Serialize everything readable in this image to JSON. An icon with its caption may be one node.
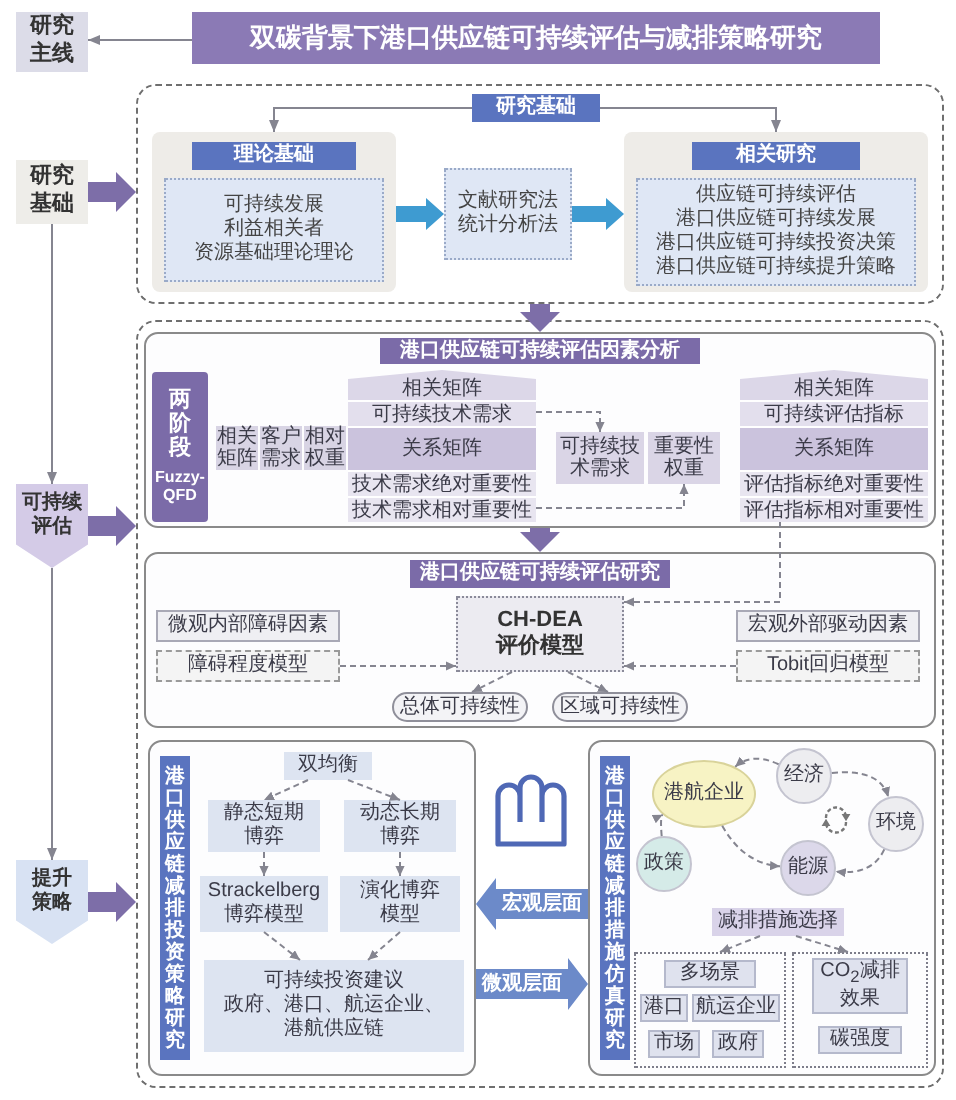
{
  "diagram": {
    "nodes": [
      {
        "text": [
          "双碳背景下港口供应链可持续评估与减排策略研究"
        ]
      },
      {
        "text": [
          "研究主线"
        ]
      },
      {
        "text": [
          "研究基础"
        ]
      },
      {
        "text": [
          "可持续评估"
        ]
      },
      {
        "text": [
          "提升策略"
        ]
      },
      {
        "text": [],
        "shape": "box"
      },
      {
        "text": [
          "研究基础"
        ],
        "in": 5
      },
      {
        "text": [],
        "shape": "box",
        "in": 5
      },
      {
        "text": [
          "理论基础"
        ],
        "in": 7
      },
      {
        "text": [
          "可持续发展",
          "利益相关者",
          "资源基础理论理论"
        ],
        "in": 7
      },
      {
        "text": [
          "文献研究法",
          "统计分析法"
        ],
        "in": 5
      },
      {
        "text": [],
        "shape": "box",
        "in": 5
      },
      {
        "text": [
          "相关研究"
        ],
        "in": 11
      },
      {
        "text": [
          "供应链可持续评估",
          "港口供应链可持续发展",
          "港口供应链可持续投资决策",
          "港口供应链可持续提升策略"
        ],
        "in": 11
      },
      {
        "text": [],
        "shape": "box"
      },
      {
        "text": [],
        "shape": "box",
        "in": 14
      },
      {
        "text": [
          "港口供应链可持续评估因素分析"
        ],
        "in": 15
      },
      {
        "text": [
          "两阶段",
          "Fuzzy-QFD"
        ],
        "in": 15
      },
      {
        "text": [
          "相关矩阵"
        ],
        "in": 15
      },
      {
        "text": [
          "客户需求"
        ],
        "in": 15
      },
      {
        "text": [
          "相对权重"
        ],
        "in": 15
      },
      {
        "text": [
          "相关矩阵"
        ],
        "in": 15
      },
      {
        "text": [
          "可持续技术需求"
        ],
        "in": 15
      },
      {
        "text": [
          "关系矩阵"
        ],
        "in": 15
      },
      {
        "text": [
          "技术需求绝对重要性"
        ],
        "in": 15
      },
      {
        "text": [
          "技术需求相对重要性"
        ],
        "in": 15
      },
      {
        "text": [
          "可持续技术需求"
        ],
        "in": 15
      },
      {
        "text": [
          "重要性权重"
        ],
        "in": 15
      },
      {
        "text": [
          "相关矩阵"
        ],
        "in": 15
      },
      {
        "text": [
          "可持续评估指标"
        ],
        "in": 15
      },
      {
        "text": [
          "关系矩阵"
        ],
        "in": 15
      },
      {
        "text": [
          "评估指标绝对重要性"
        ],
        "in": 15
      },
      {
        "text": [
          "评估指标相对重要性"
        ],
        "in": 15
      },
      {
        "text": [],
        "shape": "box",
        "in": 14
      },
      {
        "text": [
          "港口供应链可持续评估研究"
        ],
        "in": 33
      },
      {
        "text": [
          "微观内部障碍因素"
        ],
        "in": 33
      },
      {
        "text": [
          "CH-DEA 评价模型"
        ],
        "in": 33
      },
      {
        "text": [
          "宏观外部驱动因素"
        ],
        "in": 33
      },
      {
        "text": [
          "障碍程度模型"
        ],
        "in": 33
      },
      {
        "text": [
          "Tobit回归模型"
        ],
        "in": 33
      },
      {
        "text": [
          "总体可持续性"
        ],
        "in": 33
      },
      {
        "text": [
          "区域可持续性"
        ],
        "in": 33
      },
      {
        "text": [],
        "shape": "box",
        "in": 14
      },
      {
        "text": [
          "港口供应链减排投资策略研究"
        ],
        "in": 42
      },
      {
        "text": [
          "双均衡"
        ],
        "in": 42
      },
      {
        "text": [
          "静态短期博弈"
        ],
        "in": 42
      },
      {
        "text": [
          "动态长期博弈"
        ],
        "in": 42
      },
      {
        "text": [
          "Strackelberg 博弈模型"
        ],
        "in": 42
      },
      {
        "text": [
          "演化博弈模型"
        ],
        "in": 42
      },
      {
        "text": [
          "可持续投资建议",
          "政府、港口、航运企业、港航供应链"
        ],
        "in": 42
      },
      {
        "text": [],
        "shape": "box",
        "in": 14
      },
      {
        "text": [
          "港口供应链减排措施仿真研究"
        ],
        "in": 50
      },
      {
        "text": [
          "港航企业"
        ],
        "in": 50
      },
      {
        "text": [
          "经济"
        ],
        "in": 50
      },
      {
        "text": [
          "环境"
        ],
        "in": 50
      },
      {
        "text": [
          "能源"
        ],
        "in": 50
      },
      {
        "text": [
          "政策"
        ],
        "in": 50
      },
      {
        "text": [
          "减排措施选择"
        ],
        "in": 50
      },
      {
        "text": [],
        "shape": "box",
        "in": 50
      },
      {
        "text": [
          "多场景"
        ],
        "in": 58
      },
      {
        "text": [
          "港口"
        ],
        "in": 58
      },
      {
        "text": [
          "航运企业"
        ],
        "in": 58
      },
      {
        "text": [
          "市场"
        ],
        "in": 58
      },
      {
        "text": [
          "政府"
        ],
        "in": 58
      },
      {
        "text": [],
        "shape": "box",
        "in": 50
      },
      {
        "text": [
          "CO$_{2}$减排效果"
        ],
        "in": 64
      },
      {
        "text": [
          "碳强度"
        ],
        "in": 64
      }
    ],
    "edges": [
      {
        "from": 0,
        "to": 1,
        "arrow": "to"
      },
      {
        "from": 2,
        "to": 3,
        "arrow": "to"
      },
      {
        "from": 3,
        "to": 4,
        "arrow": "to"
      },
      {
        "from": 2,
        "to": 5,
        "arrow": "to",
        "style": "thick",
        "color": "#7d6ea8"
      },
      {
        "from": 3,
        "to": 14,
        "arrow": "to",
        "style": "thick",
        "color": "#7d6ea8"
      },
      {
        "from": 4,
        "to": 14,
        "arrow": "to",
        "style": "thick",
        "color": "#7d6ea8"
      },
      {
        "from": 6,
        "to": 7,
        "arrow": "to"
      },
      {
        "from": 6,
        "to": 11,
        "arrow": "to"
      },
      {
        "from": 7,
        "to": 10,
        "arrow": "to",
        "style": "thick",
        "color": "#3e9bd1"
      },
      {
        "from": 10,
        "to": 11,
        "arrow": "to",
        "style": "thick",
        "color": "#3e9bd1"
      },
      {
        "from": 5,
        "to": 15,
        "arrow": "to",
        "style": "thick",
        "color": "#7d6ea8"
      },
      {
        "from": 15,
        "to": 33,
        "arrow": "to",
        "style": "thick",
        "color": "#7d6ea8"
      },
      {
        "from": 22,
        "to": 26,
        "arrow": "to",
        "style": "dashed"
      },
      {
        "from": 25,
        "to": 27,
        "arrow": "to",
        "style": "dashed"
      },
      {
        "from": 32,
        "to": 36,
        "arrow": "to",
        "style": "dashed"
      },
      {
        "from": 38,
        "to": 36,
        "arrow": "to",
        "style": "dashed"
      },
      {
        "from": 39,
        "to": 36,
        "arrow": "to",
        "style": "dashed"
      },
      {
        "from": 36,
        "to": 40,
        "arrow": "to",
        "style": "dashed"
      },
      {
        "from": 36,
        "to": 41,
        "arrow": "to",
        "style": "dashed"
      },
      {
        "from": 50,
        "to": 42,
        "arrow": "to",
        "style": "thick",
        "color": "#6c8ac9",
        "label": "宏观层面"
      },
      {
        "from": 42,
        "to": 50,
        "arrow": "to",
        "style": "thick",
        "color": "#6c8ac9",
        "label": "微观层面"
      },
      {
        "from": 44,
        "to": 45,
        "arrow": "to",
        "style": "dashed"
      },
      {
        "from": 44,
        "to": 46,
        "arrow": "to",
        "style": "dashed"
      },
      {
        "from": 45,
        "to": 47,
        "arrow": "to",
        "style": "dashed"
      },
      {
        "from": 46,
        "to": 48,
        "arrow": "to",
        "style": "dashed"
      },
      {
        "from": 47,
        "to": 49,
        "arrow": "to",
        "style": "dashed"
      },
      {
        "from": 48,
        "to": 49,
        "arrow": "to",
        "style": "dashed"
      },
      {
        "from": 53,
        "to": 52,
        "arrow": "to",
        "style": "dashed"
      },
      {
        "from": 53,
        "to": 54,
        "arrow": "to",
        "style": "dashed"
      },
      {
        "from": 54,
        "to": 55,
        "arrow": "to",
        "style": "dashed"
      },
      {
        "from": 52,
        "to": 55,
        "arrow": "to",
        "style": "dashed"
      },
      {
        "from": 56,
        "to": 52,
        "arrow": "to",
        "style": "dashed"
      },
      {
        "from": 57,
        "to": 58,
        "arrow": "to",
        "style": "dashed"
      },
      {
        "from": 57,
        "to": 64,
        "arrow": "to",
        "style": "dashed"
      }
    ]
  }
}
